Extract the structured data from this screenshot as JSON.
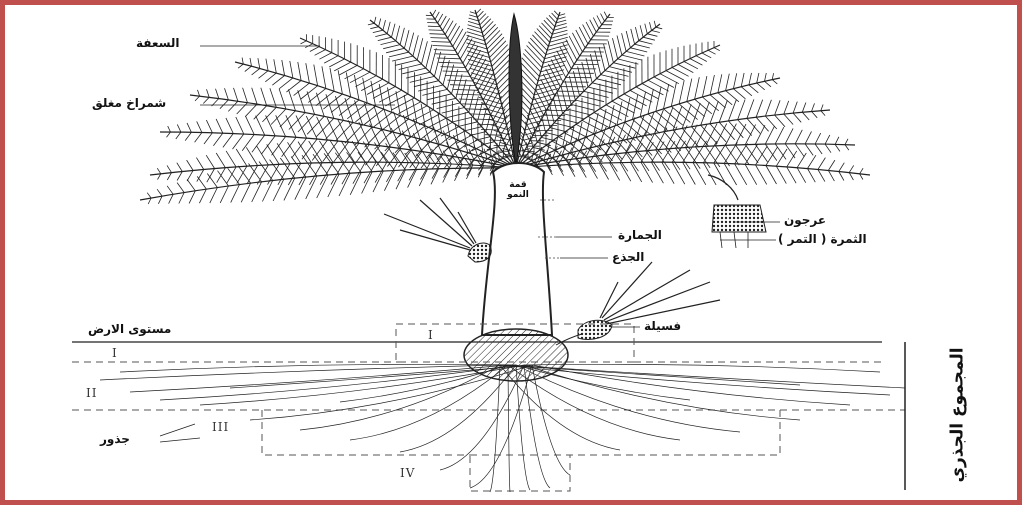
{
  "labels": {
    "frond": "السعفة",
    "closed_spathe": "شمراخ مغلق",
    "growing_tip": "قمة النمو",
    "heart": "الجمارة",
    "trunk": "الجذع",
    "bunch": "عرجون",
    "fruit": "الثمرة ( التمر )",
    "offshoot": "فسيلة",
    "ground_level": "مستوى الارض",
    "roots": "جذور",
    "root_system": "المجموع الجذري"
  },
  "zones": [
    "I",
    "I",
    "II",
    "III",
    "IV"
  ],
  "colors": {
    "border": "#c0504d",
    "line": "#222222",
    "dash": "#555555"
  }
}
